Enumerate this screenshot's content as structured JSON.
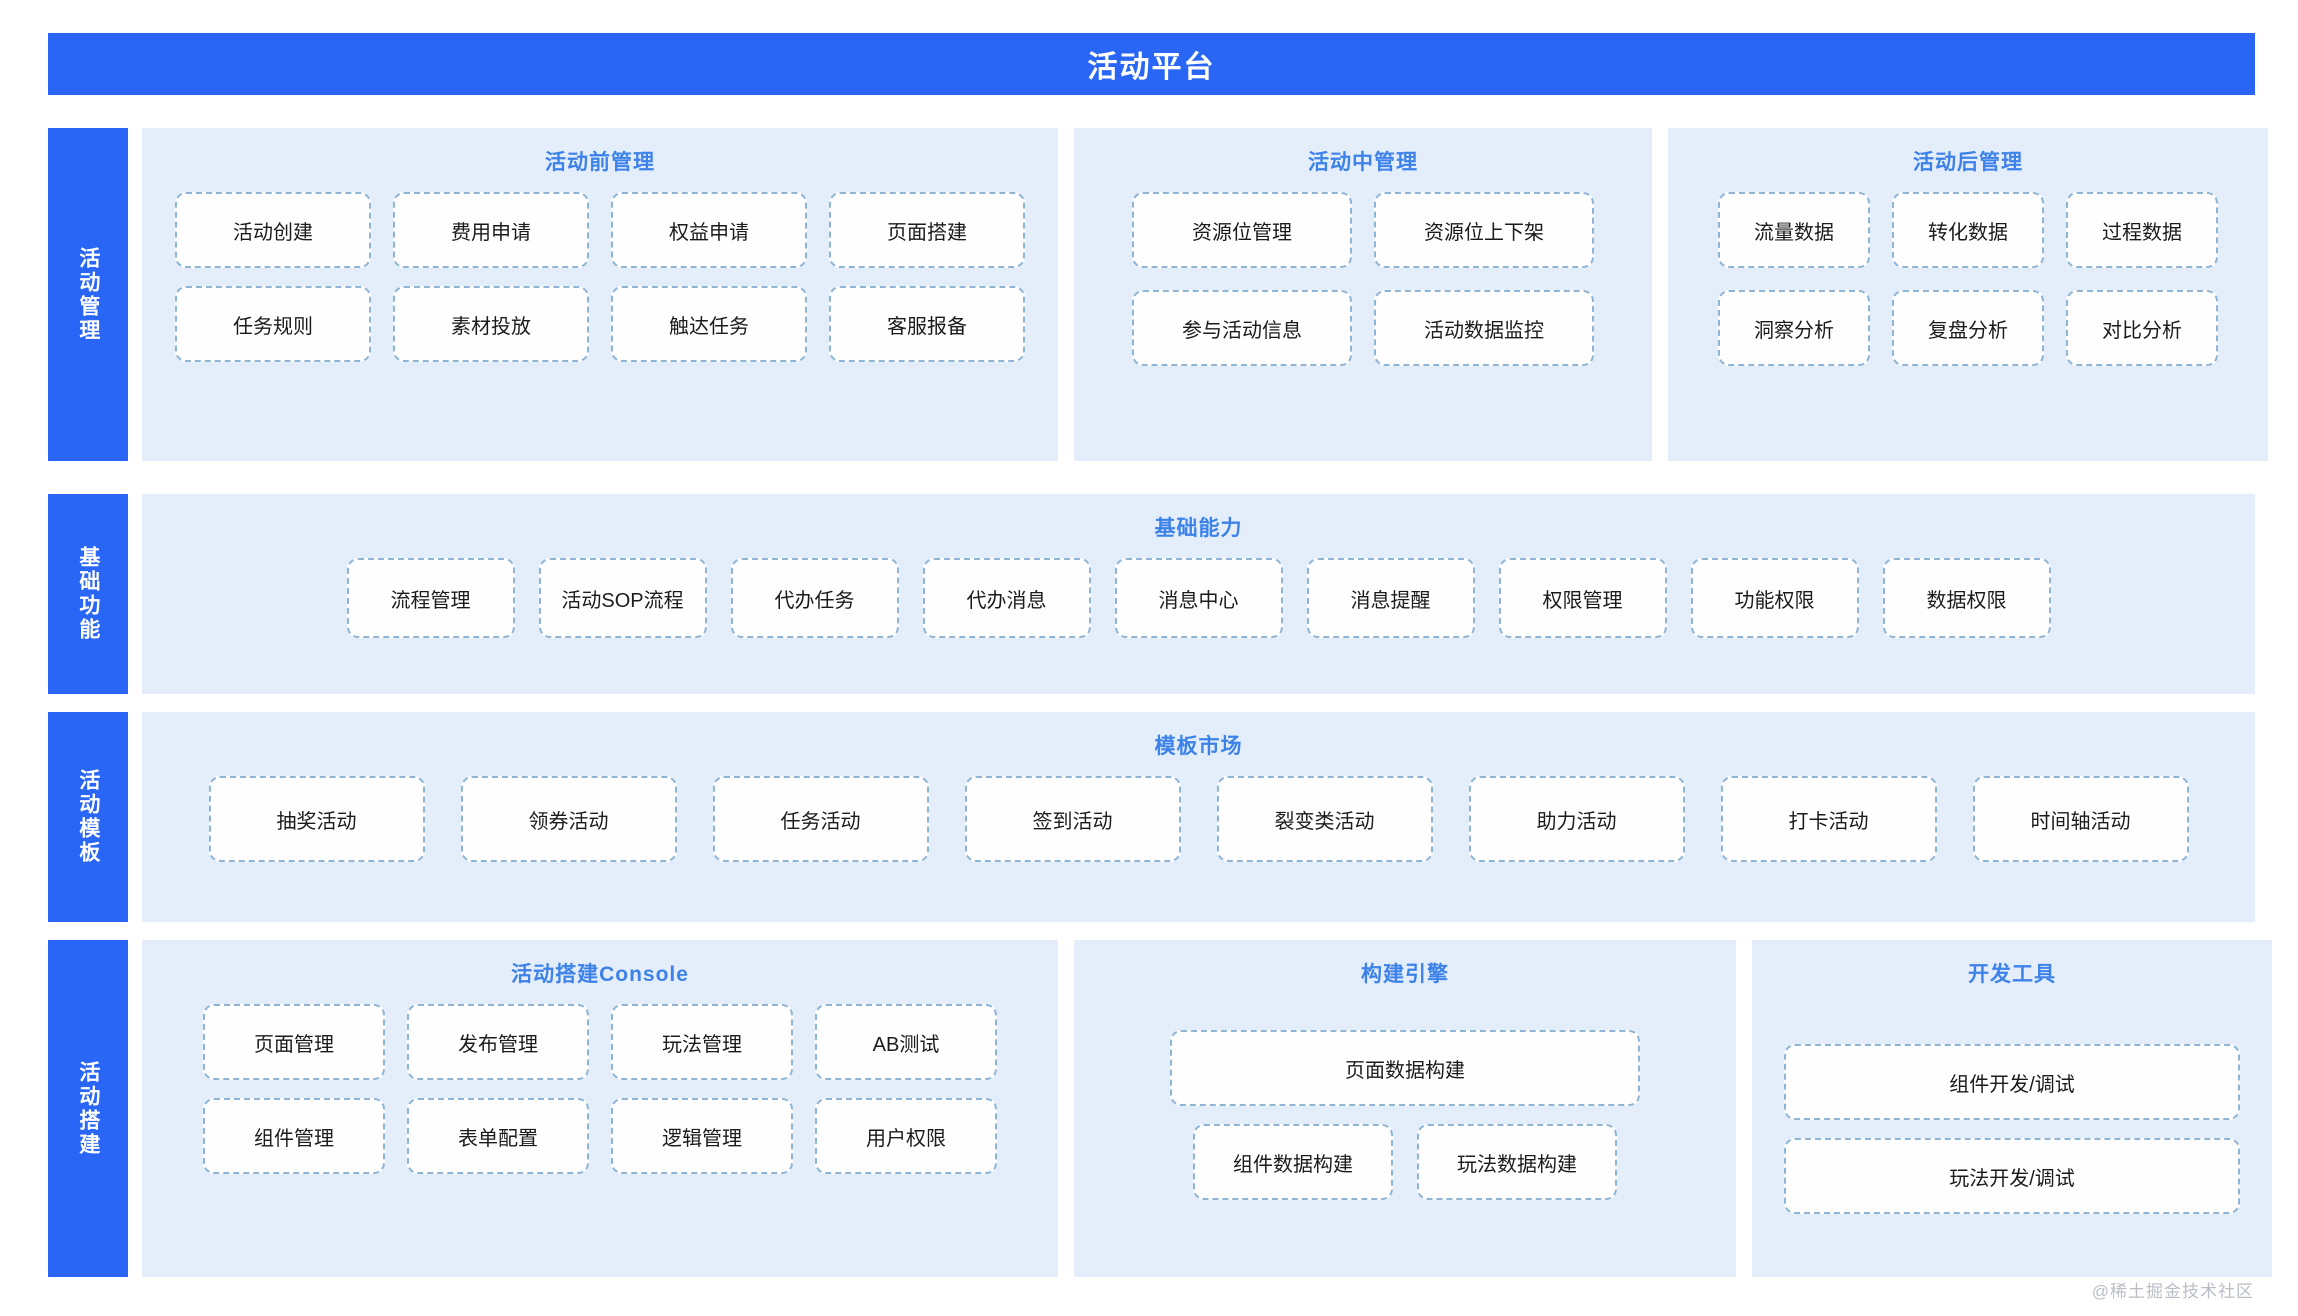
{
  "header": {
    "title": "活动平台"
  },
  "colors": {
    "brand_blue": "#2a66f5",
    "panel_bg": "#e4eefb",
    "panel_title": "#3d82e8",
    "card_border": "#8fb4d4",
    "card_bg": "#ffffff",
    "watermark": "#b9bec7"
  },
  "rows": [
    {
      "label": "活动管理",
      "panels": [
        {
          "title": "活动前管理",
          "items": [
            "活动创建",
            "费用申请",
            "权益申请",
            "页面搭建",
            "任务规则",
            "素材投放",
            "触达任务",
            "客服报备"
          ]
        },
        {
          "title": "活动中管理",
          "items": [
            "资源位管理",
            "资源位上下架",
            "参与活动信息",
            "活动数据监控"
          ]
        },
        {
          "title": "活动后管理",
          "items": [
            "流量数据",
            "转化数据",
            "过程数据",
            "洞察分析",
            "复盘分析",
            "对比分析"
          ]
        }
      ]
    },
    {
      "label": "基础功能",
      "panels": [
        {
          "title": "基础能力",
          "items": [
            "流程管理",
            "活动SOP流程",
            "代办任务",
            "代办消息",
            "消息中心",
            "消息提醒",
            "权限管理",
            "功能权限",
            "数据权限"
          ]
        }
      ]
    },
    {
      "label": "活动模板",
      "panels": [
        {
          "title": "模板市场",
          "items": [
            "抽奖活动",
            "领券活动",
            "任务活动",
            "签到活动",
            "裂变类活动",
            "助力活动",
            "打卡活动",
            "时间轴活动"
          ]
        }
      ]
    },
    {
      "label": "活动搭建",
      "panels": [
        {
          "title": "活动搭建Console",
          "items": [
            "页面管理",
            "发布管理",
            "玩法管理",
            "AB测试",
            "组件管理",
            "表单配置",
            "逻辑管理",
            "用户权限"
          ]
        },
        {
          "title": "构建引擎",
          "items": [
            "页面数据构建",
            "组件数据构建",
            "玩法数据构建"
          ]
        },
        {
          "title": "开发工具",
          "items": [
            "组件开发/调试",
            "玩法开发/调试"
          ]
        }
      ]
    }
  ],
  "footer": {
    "watermark": "@稀土掘金技术社区"
  }
}
